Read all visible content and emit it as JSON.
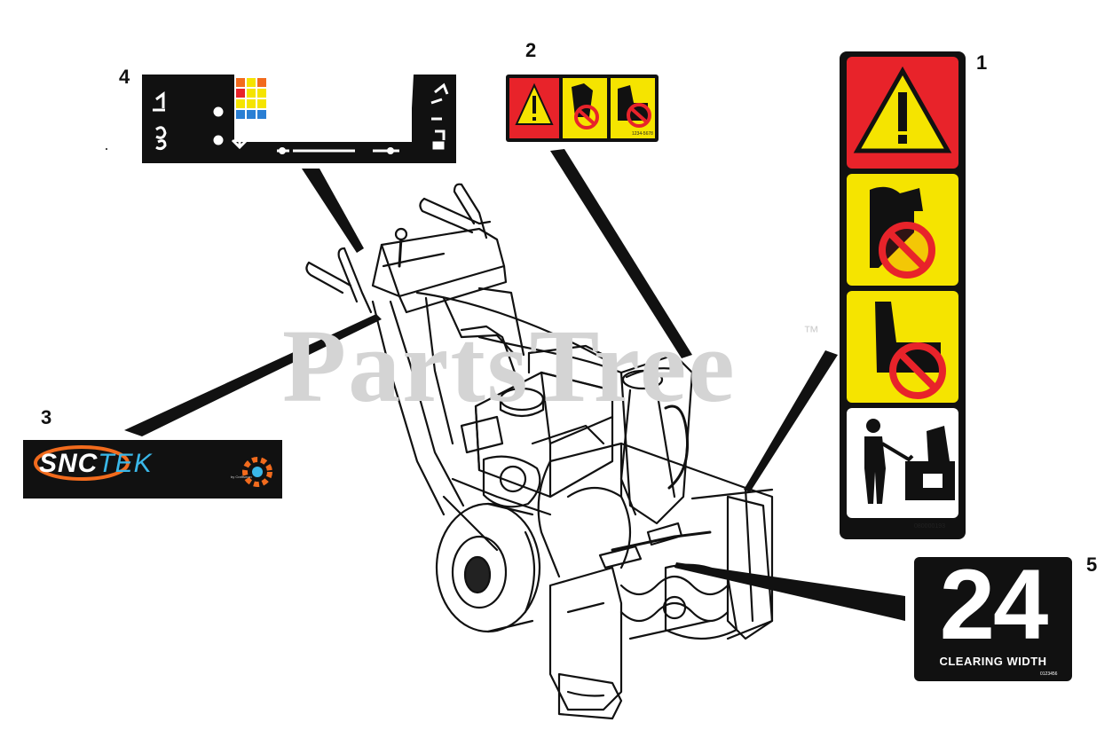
{
  "callouts": [
    "1",
    "2",
    "3",
    "4",
    "5"
  ],
  "watermark": {
    "text": "PartsTree",
    "trademark": "™"
  },
  "label_1": {
    "code": "080000193"
  },
  "label_2": {
    "code": "1234-5678"
  },
  "label_3": {
    "brand_part1": "SNC",
    "brand_part2": "TEK",
    "by_text": "by Craftsman"
  },
  "label_5": {
    "number": "24",
    "text": "CLEARING WIDTH",
    "small_code": "0123456"
  },
  "colors": {
    "warning_red": "#e8232a",
    "warning_yellow": "#f5e400",
    "label_black": "#111111",
    "snctek_orange": "#f26b1d",
    "snctek_blue": "#3ab7e8"
  },
  "icons": [
    "warning-triangle-icon",
    "no-hands-icon",
    "no-chute-icon",
    "clear-chute-tool-icon",
    "gear-logo-icon"
  ]
}
